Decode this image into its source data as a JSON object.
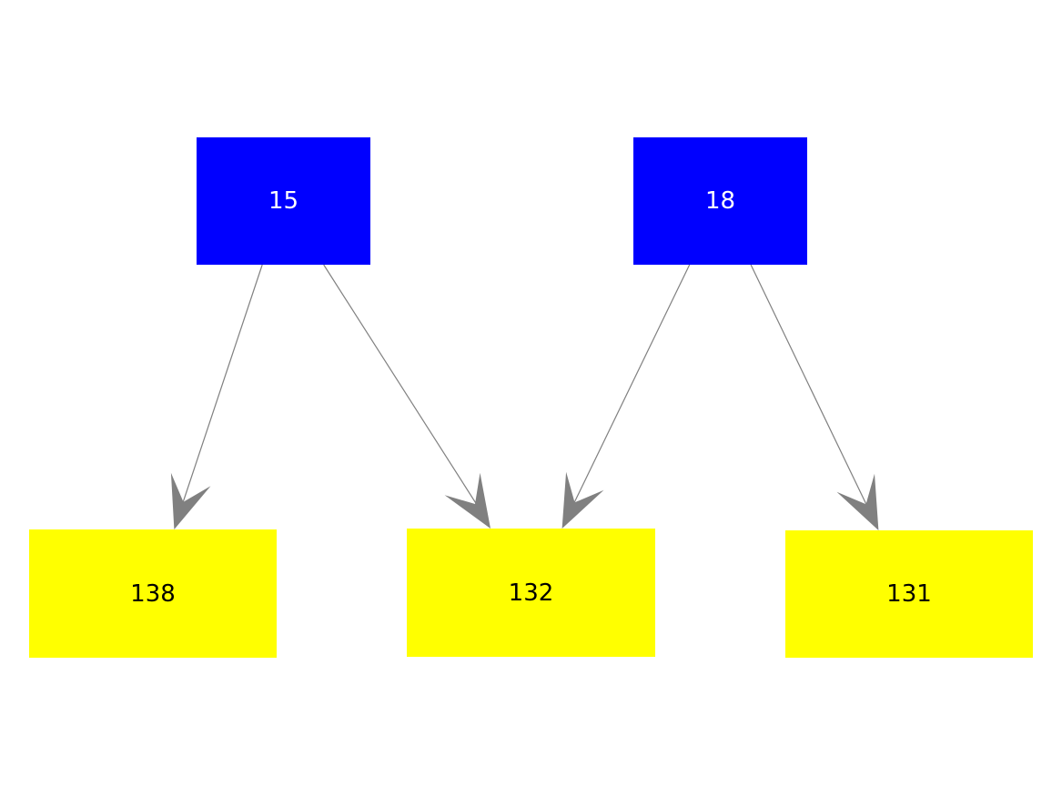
{
  "diagram": {
    "type": "graph",
    "nodes": {
      "n15": {
        "label": "15",
        "fill": "#0000ff",
        "text_color": "#ffffff",
        "role": "source"
      },
      "n18": {
        "label": "18",
        "fill": "#0000ff",
        "text_color": "#ffffff",
        "role": "source"
      },
      "n138": {
        "label": "138",
        "fill": "#ffff00",
        "text_color": "#000000",
        "role": "target"
      },
      "n132": {
        "label": "132",
        "fill": "#ffff00",
        "text_color": "#000000",
        "role": "target"
      },
      "n131": {
        "label": "131",
        "fill": "#ffff00",
        "text_color": "#000000",
        "role": "target"
      }
    },
    "edges": [
      {
        "from": "15",
        "to": "138"
      },
      {
        "from": "15",
        "to": "132"
      },
      {
        "from": "18",
        "to": "132"
      },
      {
        "from": "18",
        "to": "131"
      }
    ],
    "colors": {
      "background": "#ffffff",
      "edge": "#808080",
      "blue_node": "#0000ff",
      "yellow_node": "#ffff00"
    }
  }
}
